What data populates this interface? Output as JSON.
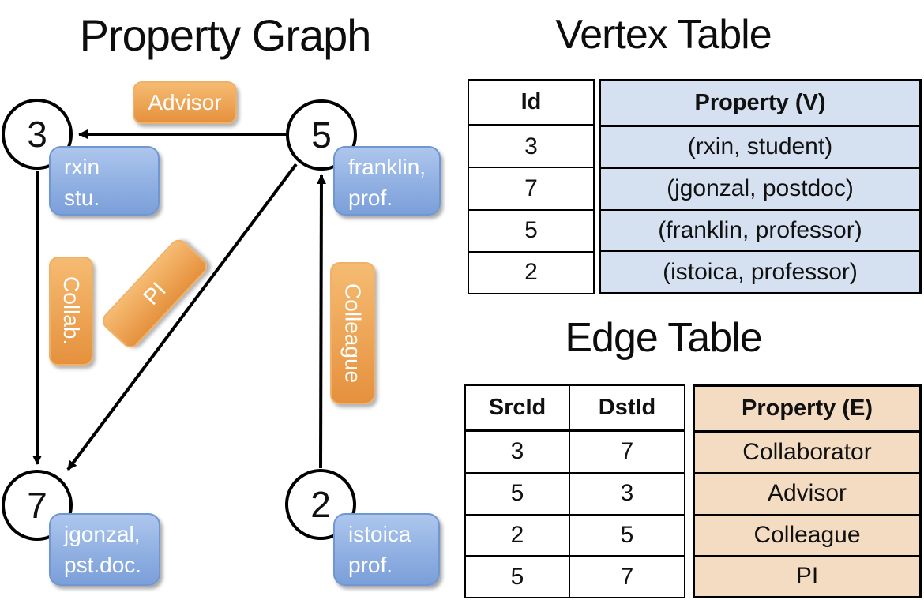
{
  "graph": {
    "title": "Property Graph",
    "nodes": [
      {
        "id": "3",
        "property": "rxin\nstu."
      },
      {
        "id": "5",
        "property": "franklin,\nprof."
      },
      {
        "id": "7",
        "property": "jgonzal,\npst.doc."
      },
      {
        "id": "2",
        "property": "istoica\nprof."
      }
    ],
    "edge_labels": {
      "advisor": "Advisor",
      "collab": "Collab.",
      "pi": "PI",
      "colleague": "Colleague"
    }
  },
  "vertex_table": {
    "title": "Vertex Table",
    "headers": {
      "id": "Id",
      "property": "Property (V)"
    },
    "rows": [
      {
        "id": "3",
        "property": "(rxin, student)"
      },
      {
        "id": "7",
        "property": "(jgonzal, postdoc)"
      },
      {
        "id": "5",
        "property": "(franklin, professor)"
      },
      {
        "id": "2",
        "property": "(istoica, professor)"
      }
    ]
  },
  "edge_table": {
    "title": "Edge Table",
    "headers": {
      "src": "SrcId",
      "dst": "DstId",
      "property": "Property (E)"
    },
    "rows": [
      {
        "src": "3",
        "dst": "7",
        "property": "Collaborator"
      },
      {
        "src": "5",
        "dst": "3",
        "property": "Advisor"
      },
      {
        "src": "2",
        "dst": "5",
        "property": "Colleague"
      },
      {
        "src": "5",
        "dst": "7",
        "property": "PI"
      }
    ]
  },
  "colors": {
    "edge_line": "#000000",
    "node_fill": "#ffffff",
    "vertex_property_cell": "#d5e0f1",
    "edge_property_cell": "#f4dcc2",
    "blue_box_top": "#adc6ed",
    "blue_box_bottom": "#7b9fd9",
    "orange_box_top": "#f5bb72",
    "orange_box_bottom": "#e5913d"
  }
}
